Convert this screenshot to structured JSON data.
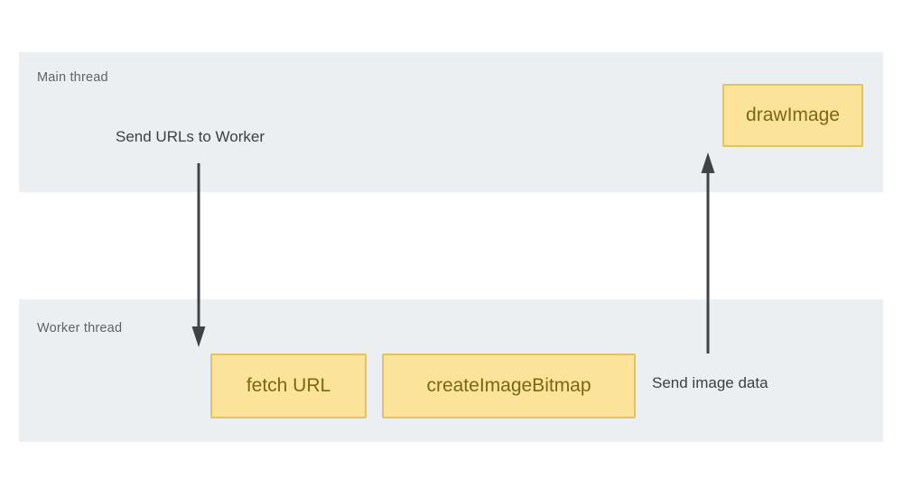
{
  "diagram": {
    "main_thread": {
      "label": "Main thread",
      "send_message": "Send URLs to Worker",
      "box_label": "drawImage"
    },
    "worker_thread": {
      "label": "Worker thread",
      "box_labels": [
        "fetch URL",
        "createImageBitmap"
      ],
      "send_message": "Send image data"
    },
    "arrows": [
      {
        "name": "send-urls-to-worker-arrow",
        "direction": "down"
      },
      {
        "name": "send-image-data-arrow",
        "direction": "up"
      }
    ]
  },
  "theme": {
    "page-bg": "#ffffff",
    "band-bg": "#eceff1",
    "box-fill": "#fbe49a",
    "box-border": "#e3c35f",
    "box-text": "#7a6613",
    "label-color": "#5f6368",
    "message-color": "#3c4043",
    "arrow-color": "#3f4347"
  }
}
